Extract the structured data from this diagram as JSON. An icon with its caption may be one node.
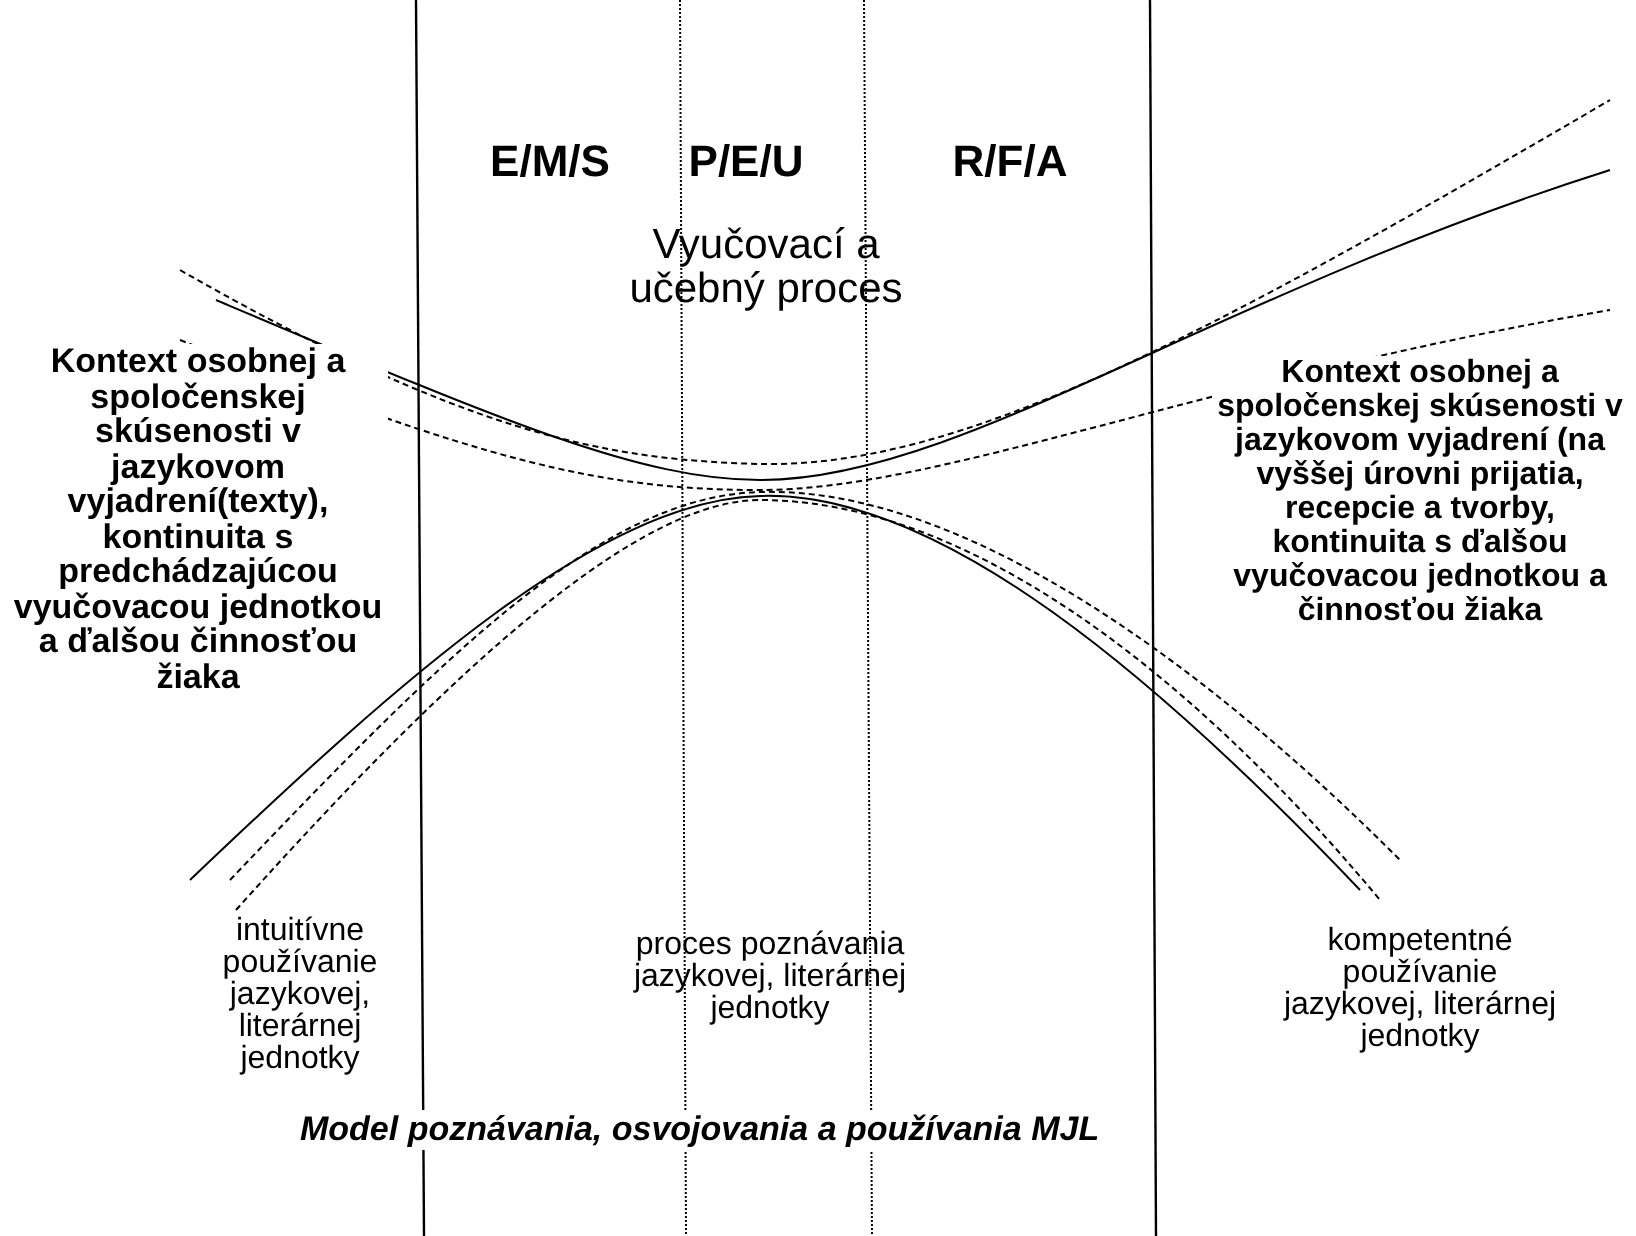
{
  "diagram": {
    "caption": "Model poznávania, osvojovania a používania MJL",
    "labels": [
      "E/M/S",
      "P/E/U",
      "R/F/A",
      "Vyučovací a učebný proces",
      "Kontext osobnej  a spoločenskej skúsenosti v jazykovom vyjadrení(texty), kontinuita s predchádzajúcou vyučovacou jednotkou a ďalšou činnosťou žiaka",
      "Kontext osobnej a spoločenskej skúsenosti v jazykovom vyjadrení (na vyššej úrovni prijatia, recepcie a tvorby, kontinuita s ďalšou vyučovacou jednotkou a činnosťou žiaka",
      "intuitívne používanie jazykovej, literárnej jednotky",
      "proces poznávania jazykovej, literárnej jednotky",
      "kompetentné používanie jazykovej, literárnej jednotky"
    ]
  }
}
